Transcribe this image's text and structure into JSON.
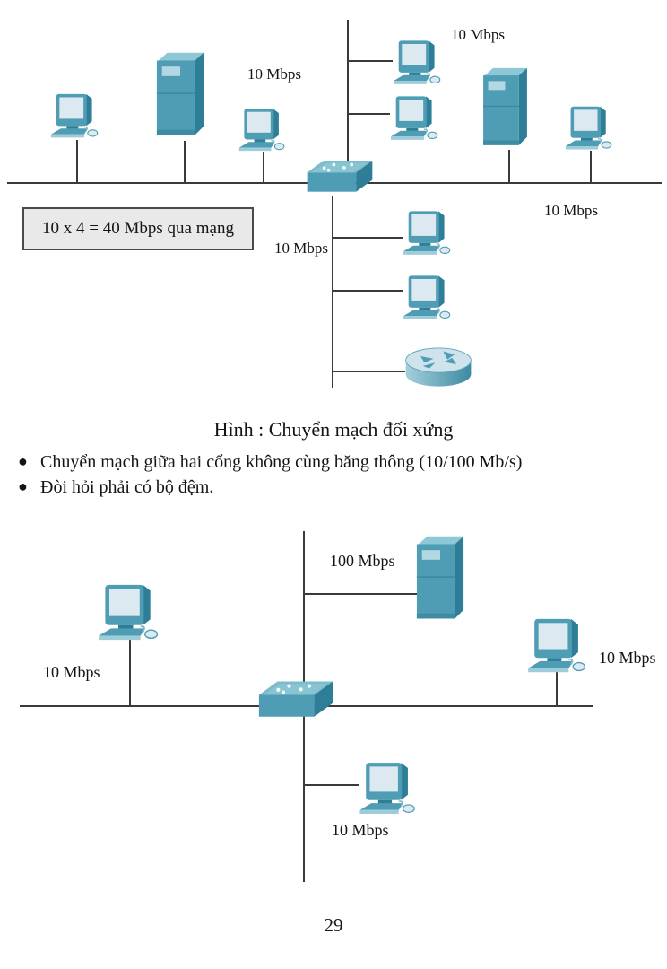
{
  "colors": {
    "device_teal": "#4e9db4",
    "device_teal_dark": "#2f7e98",
    "device_teal_light": "#8ec7d6",
    "screen_light": "#dde9f0",
    "connector_line": "#3a3a3a",
    "note_box_bg": "#e9e9e9"
  },
  "figure1": {
    "labels": {
      "uplink_top": "10 Mbps",
      "segment_left": "10 Mbps",
      "segment_right": "10 Mbps",
      "branch_lower": "10 Mbps"
    },
    "note": "10 x 4 = 40 Mbps qua mạng",
    "caption": "Hình : Chuyển mạch đối xứng"
  },
  "bullets": [
    "Chuyển mạch giữa hai cổng không cùng băng thông (10/100 Mb/s)",
    "Đòi hỏi phải có bộ đệm."
  ],
  "figure2": {
    "labels": {
      "server_link": "100 Mbps",
      "left": "10 Mbps",
      "right": "10 Mbps",
      "bottom": "10 Mbps"
    }
  },
  "page_number": "29"
}
